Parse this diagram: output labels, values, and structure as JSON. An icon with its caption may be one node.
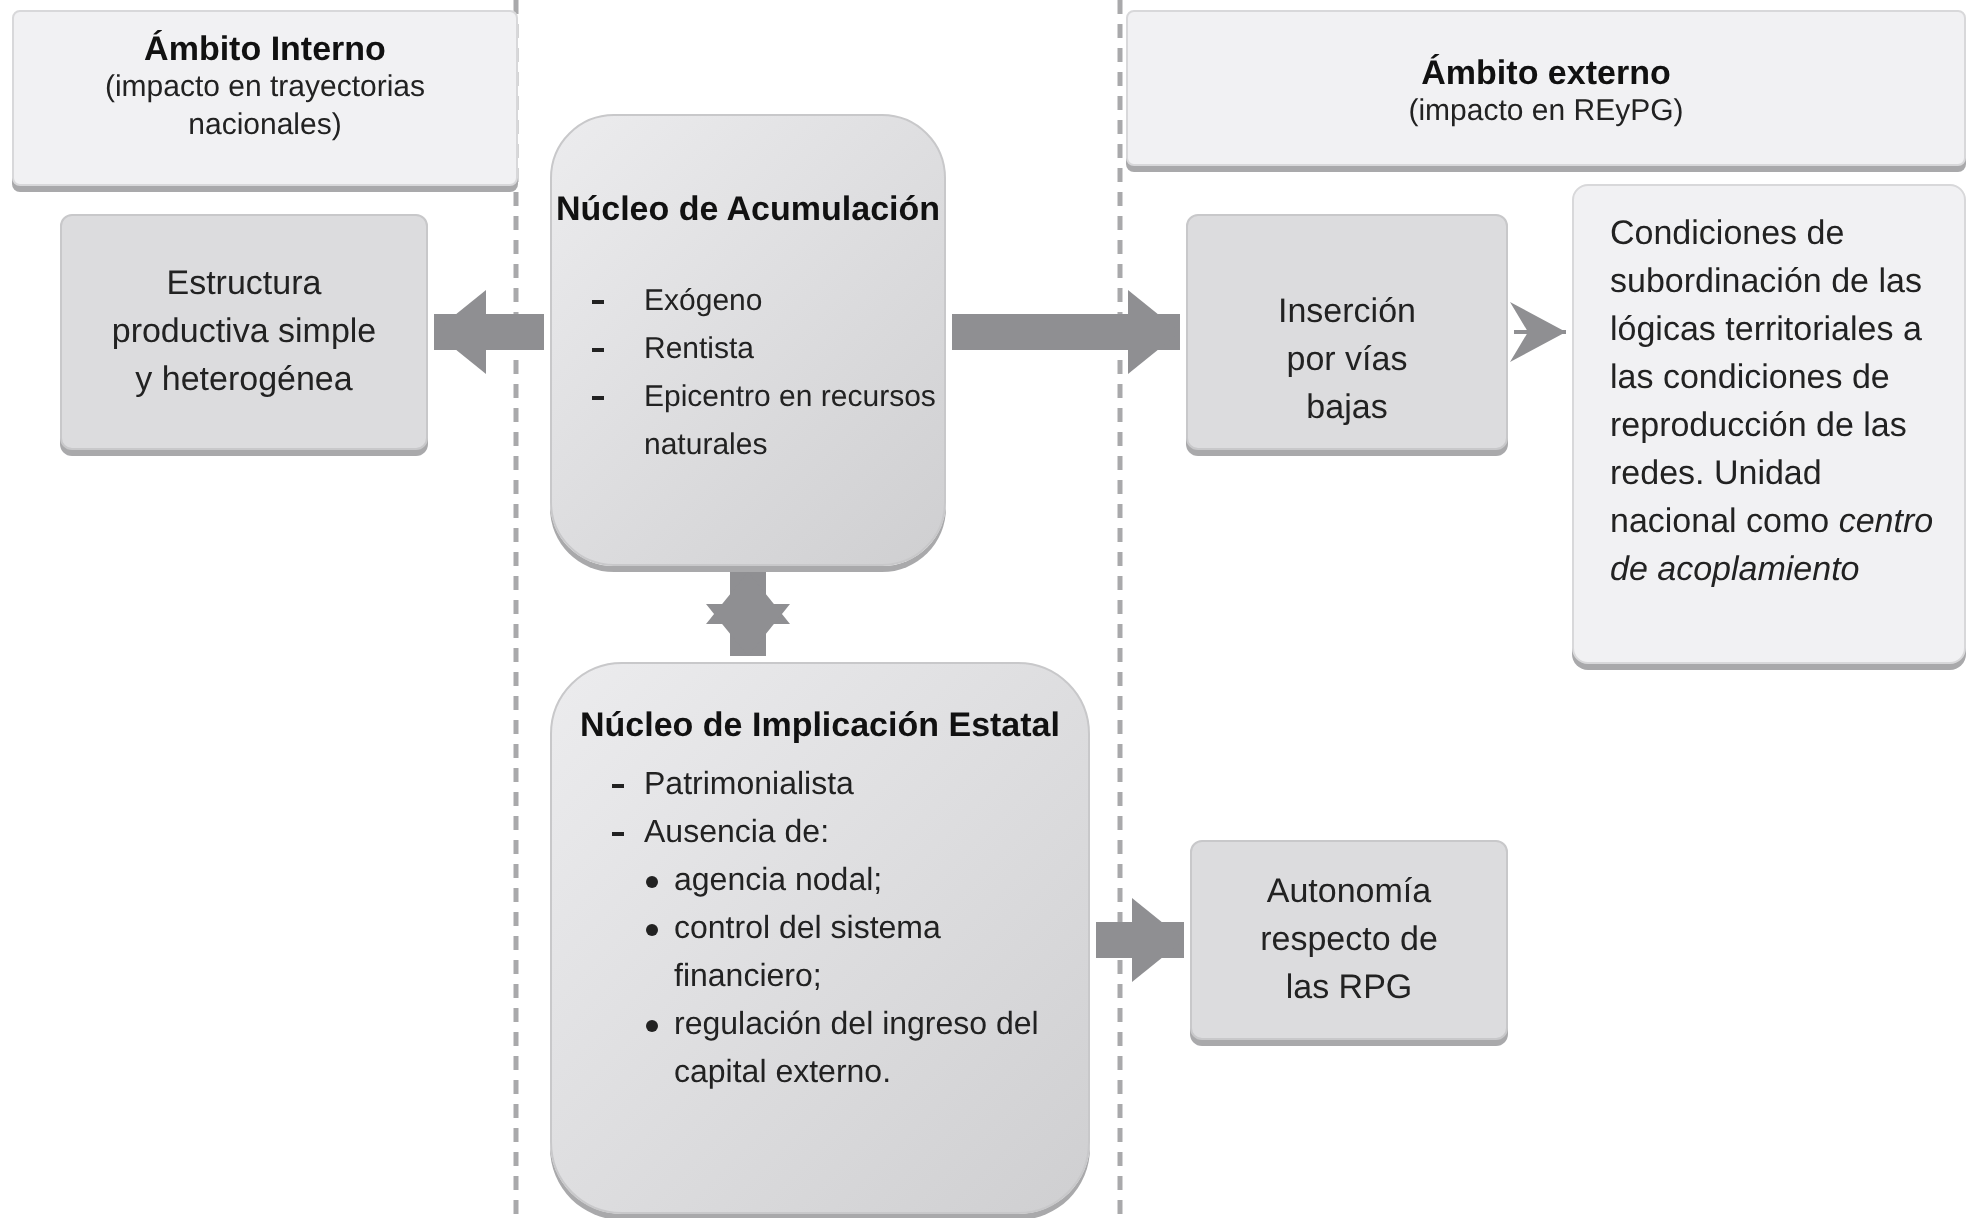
{
  "diagram": {
    "nodes": [
      {
        "text": [
          "Ámbito Interno",
          "(impacto en trayectorias nacionales)"
        ]
      },
      {
        "text": [
          "Ámbito externo",
          "(impacto en REyPG)"
        ]
      },
      {
        "text": [
          "Estructura productiva simple y heterogénea"
        ]
      },
      {
        "text": [
          "Núcleo de Acumulación",
          "Exógeno",
          "Rentista",
          "Epicentro en recursos naturales"
        ]
      },
      {
        "text": [
          "Núcleo de Implicación Estatal",
          "Patrimonialista",
          "Ausencia de:",
          "agencia nodal;",
          "control del sistema financiero;",
          "regulación del ingreso del capital externo."
        ]
      },
      {
        "text": [
          "Inserción por vías bajas"
        ]
      },
      {
        "text": [
          "Condiciones de subordinación de las lógicas territoriales a las condiciones de reproducción de las redes. Unidad nacional como *centro de acoplamiento*"
        ]
      },
      {
        "text": [
          "Autonomía respecto de las RPG"
        ]
      }
    ],
    "edges": [
      {
        "from": 3,
        "to": 2,
        "arrow": "to"
      },
      {
        "from": 3,
        "to": 5,
        "arrow": "to"
      },
      {
        "from": 5,
        "to": 6,
        "arrow": "to"
      },
      {
        "from": 3,
        "to": 4,
        "arrow": "both"
      },
      {
        "from": 4,
        "to": 7,
        "arrow": "to"
      }
    ]
  }
}
